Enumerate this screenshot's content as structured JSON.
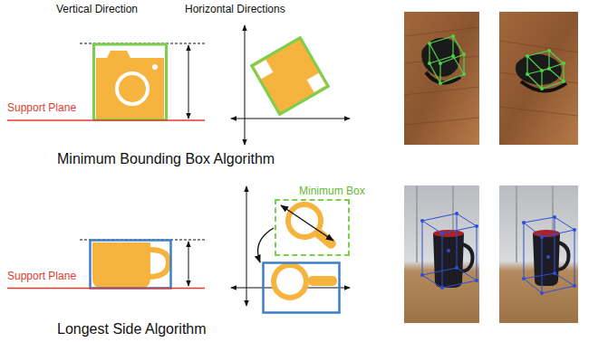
{
  "diagram": {
    "nodes": [
      {
        "text": [
          "Minimum Box"
        ]
      }
    ],
    "labels": [
      "Vertical Direction",
      "Horizontal Directions",
      "Support Plane",
      "Minimum Bounding Box Algorithm",
      "Support Plane",
      "Longest Side Algorithm"
    ]
  }
}
